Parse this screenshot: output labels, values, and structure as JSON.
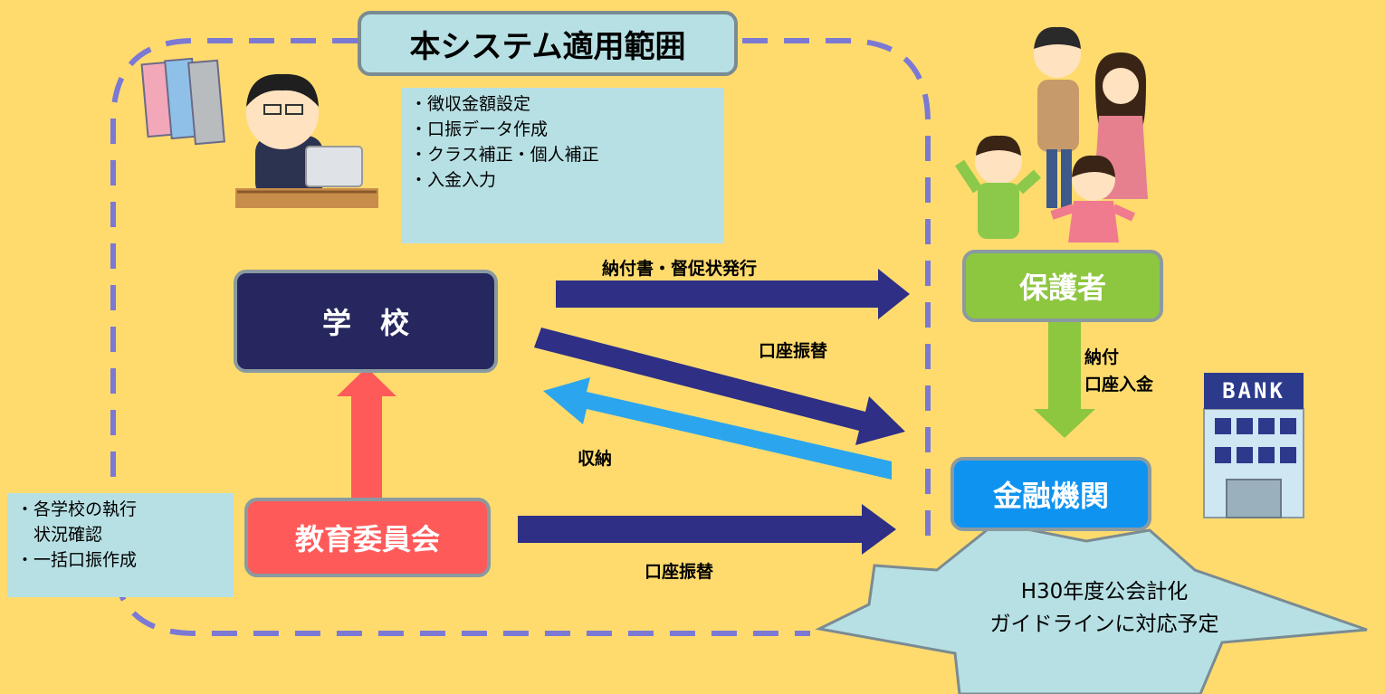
{
  "diagram": {
    "scope_title": "本システム適用範囲",
    "school_note": "・徴収金額設定\n・口振データ作成\n・クラス補正・個人補正\n・入金入力",
    "board_note": "・各学校の執行\n　状況確認\n・一括口振作成",
    "nodes": {
      "school": "学　校",
      "board": "教育委員会",
      "guardian": "保護者",
      "bank": "金融機関"
    },
    "edges": {
      "issue": "納付書・督促状発行",
      "transfer_school": "口座振替",
      "collect": "収納",
      "transfer_board": "口座振替",
      "payment": "納付\n口座入金"
    },
    "bank_sign": "BANK",
    "callout": "H30年度公会計化\nガイドラインに対応予定",
    "colors": {
      "background": "#ffdb6e",
      "school": "#27275f",
      "board": "#ff5a5a",
      "guardian": "#8dc63f",
      "bank": "#0f93f0",
      "dark_arrow": "#2e2f85",
      "light_arrow": "#2ba6ee",
      "scope_dash": "#7b79d4"
    }
  }
}
